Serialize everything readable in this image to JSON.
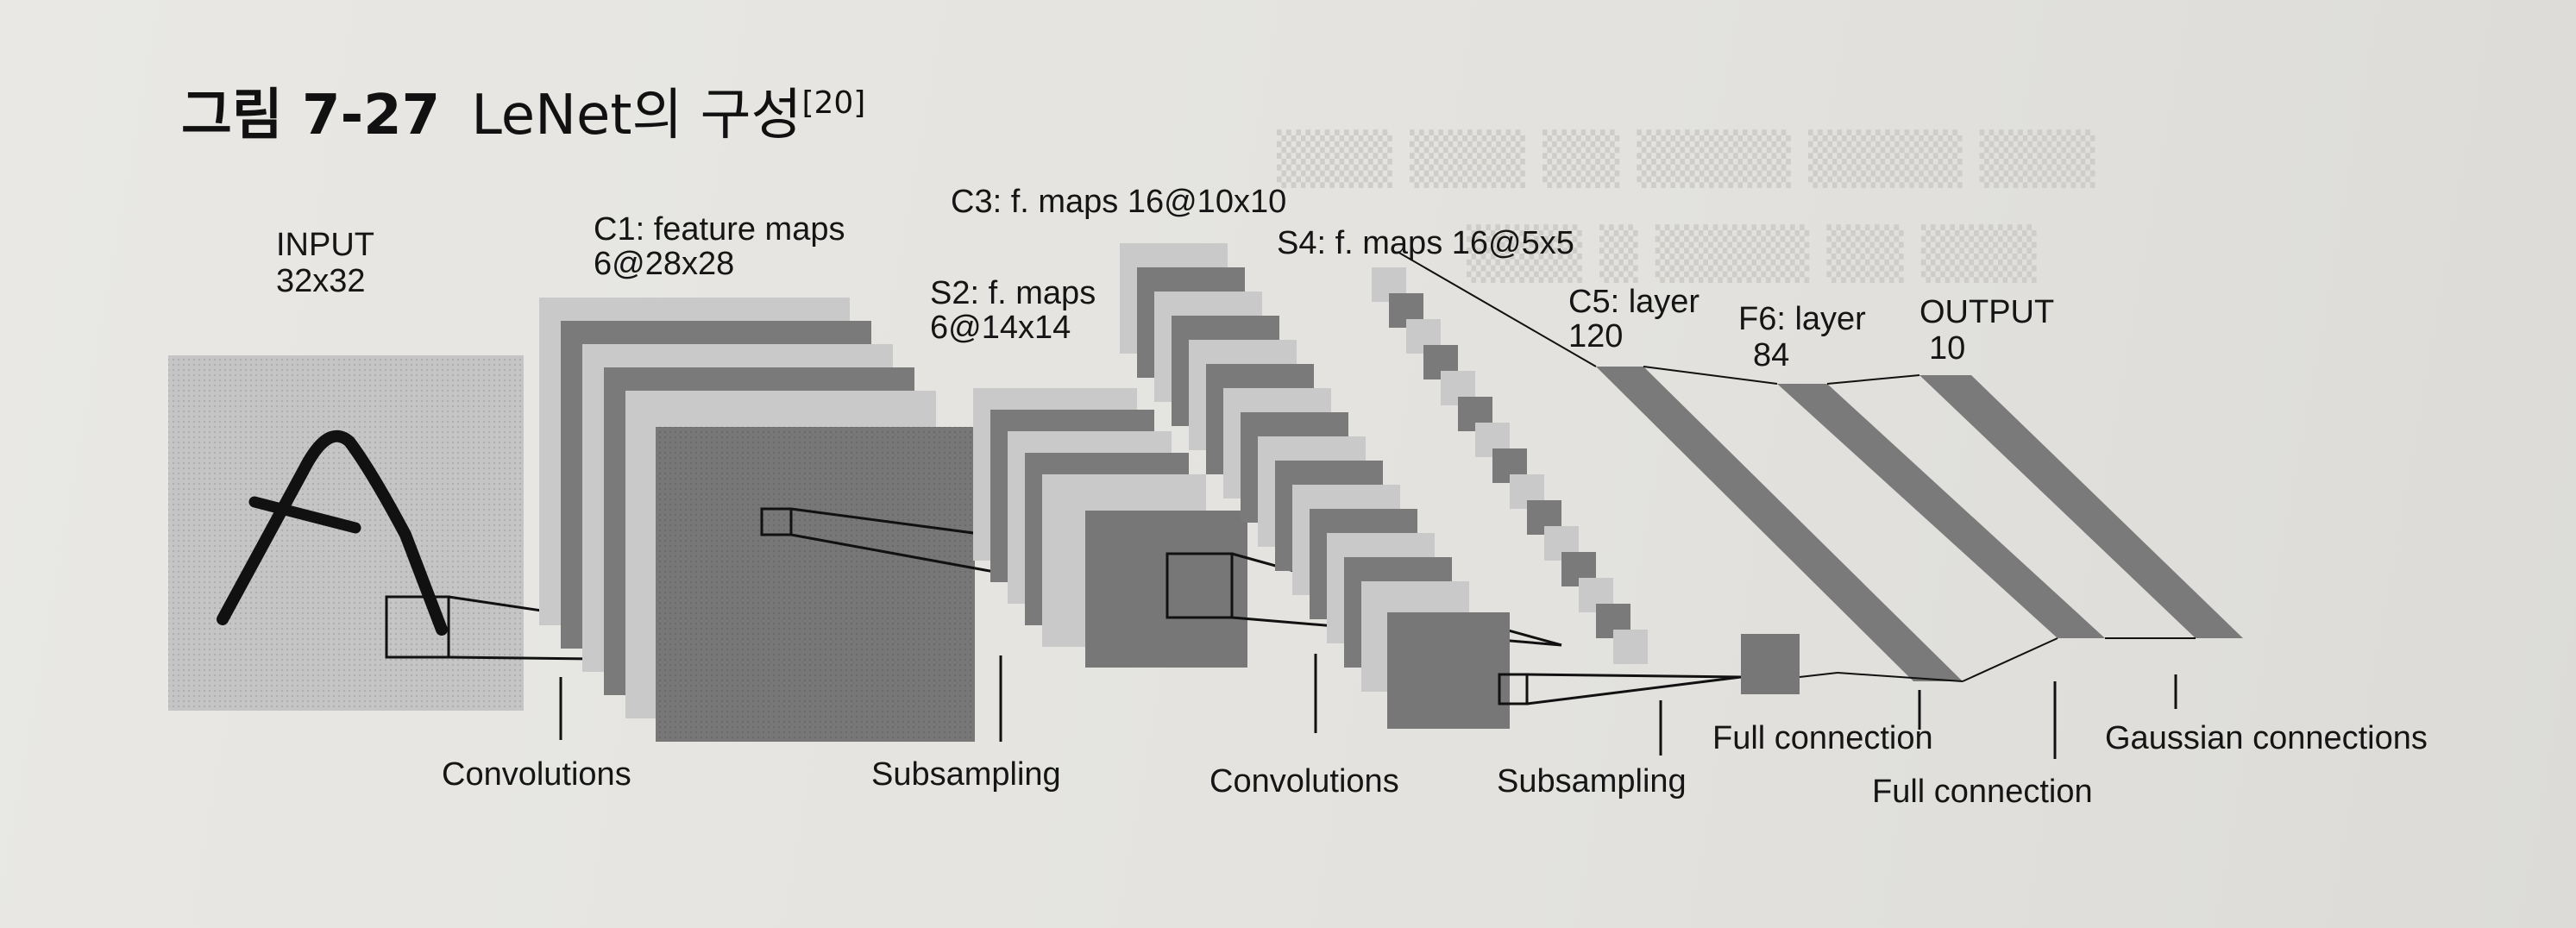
{
  "figure": {
    "number": "그림 7-27",
    "caption": "LeNet의 구성",
    "ref": "[20]"
  },
  "layers": [
    {
      "id": "input",
      "name": "INPUT",
      "size": "32x32"
    },
    {
      "id": "c1",
      "name": "C1: feature maps",
      "size": "6@28x28"
    },
    {
      "id": "s2",
      "name": "S2: f. maps",
      "size": "6@14x14"
    },
    {
      "id": "c3",
      "name": "C3: f. maps 16@10x10"
    },
    {
      "id": "s4",
      "name": "S4: f. maps 16@5x5"
    },
    {
      "id": "c5",
      "name": "C5: layer",
      "size": "120"
    },
    {
      "id": "f6",
      "name": "F6: layer",
      "size": "84"
    },
    {
      "id": "output",
      "name": "OUTPUT",
      "size": "10"
    }
  ],
  "operations": [
    "Convolutions",
    "Subsampling",
    "Convolutions",
    "Subsampling",
    "Full connection",
    "Full connection",
    "Gaussian connections"
  ],
  "colors": {
    "light_map": "#c7c7c7",
    "dark_map": "#777777",
    "mid_map": "#8e8e8e",
    "stripe": "#7a7a7a",
    "text": "#111111"
  }
}
